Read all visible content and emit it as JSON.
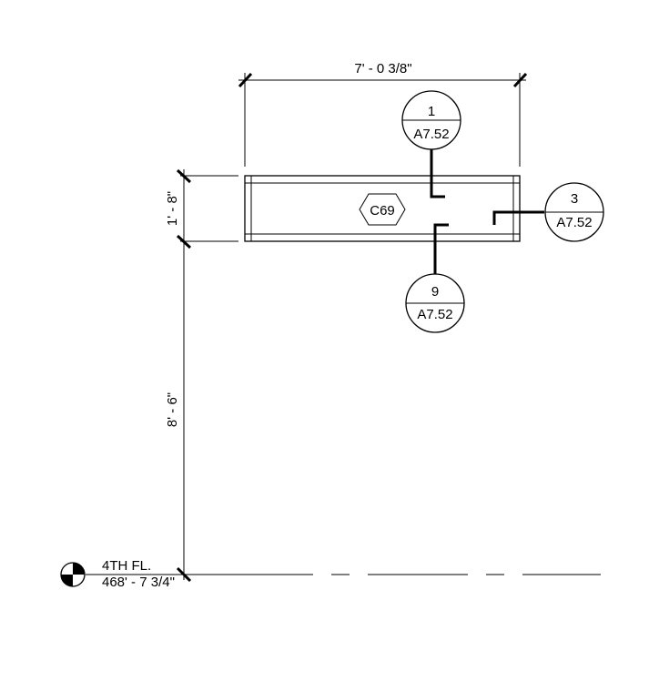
{
  "dimensions": {
    "width_label": "7' - 0 3/8\"",
    "height_label": "1' - 8\"",
    "offset_label": "8' - 6\""
  },
  "tag": {
    "label": "C69"
  },
  "section_callouts": [
    {
      "number": "1",
      "sheet": "A7.52"
    },
    {
      "number": "3",
      "sheet": "A7.52"
    },
    {
      "number": "9",
      "sheet": "A7.52"
    }
  ],
  "level": {
    "name": "4TH FL.",
    "elevation": "468' - 7 3/4\""
  }
}
